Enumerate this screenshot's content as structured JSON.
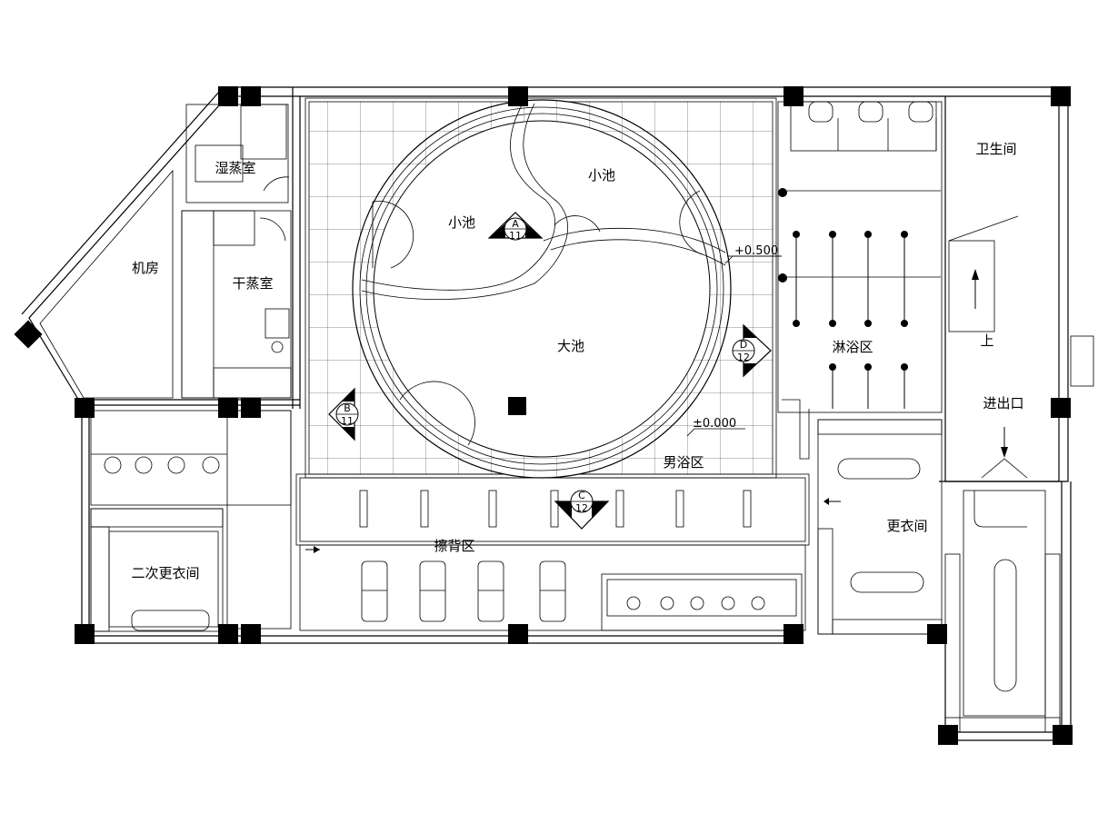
{
  "rooms": {
    "wet_steam": "湿蒸室",
    "machine_room": "机房",
    "dry_steam": "干蒸室",
    "small_pool_1": "小池",
    "small_pool_2": "小池",
    "big_pool": "大池",
    "shower": "淋浴区",
    "toilet": "卫生间",
    "up": "上",
    "entrance": "进出口",
    "men_bath": "男浴区",
    "scrub": "擦背区",
    "changing": "更衣间",
    "second_changing": "二次更衣间"
  },
  "levels": {
    "upper": "+0.500",
    "lower": "±0.000"
  },
  "section_marks": {
    "a": {
      "letter": "A",
      "sheet": "11"
    },
    "b": {
      "letter": "B",
      "sheet": "11"
    },
    "c": {
      "letter": "C",
      "sheet": "12"
    },
    "d": {
      "letter": "D",
      "sheet": "12"
    }
  }
}
